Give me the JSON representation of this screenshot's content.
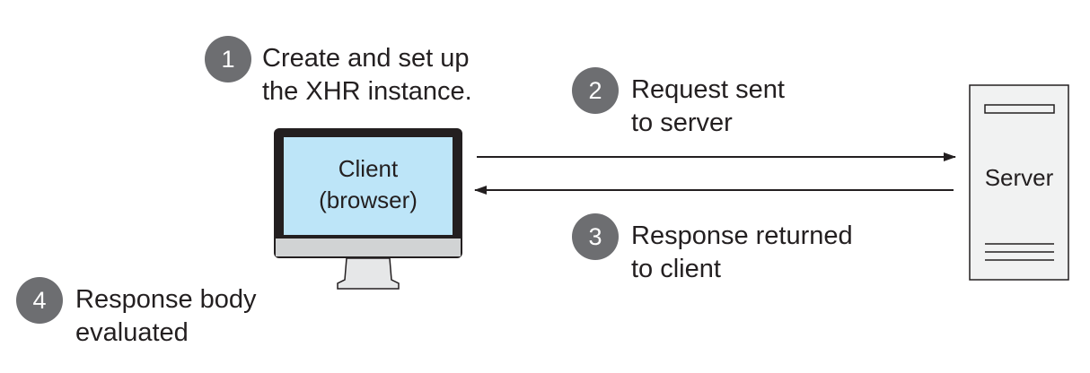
{
  "steps": [
    {
      "number": "1",
      "lines": [
        "Create and set up",
        "the XHR instance."
      ]
    },
    {
      "number": "2",
      "lines": [
        "Request sent",
        "to server"
      ]
    },
    {
      "number": "3",
      "lines": [
        "Response returned",
        "to client"
      ]
    },
    {
      "number": "4",
      "lines": [
        "Response body",
        "evaluated"
      ]
    }
  ],
  "client": {
    "lines": [
      "Client",
      "(browser)"
    ]
  },
  "server": {
    "label": "Server"
  },
  "colors": {
    "badge": "#6d6e71",
    "screen": "#bde5f8",
    "monitor_frame": "#231f20",
    "server_fill": "#f1f2f2"
  }
}
